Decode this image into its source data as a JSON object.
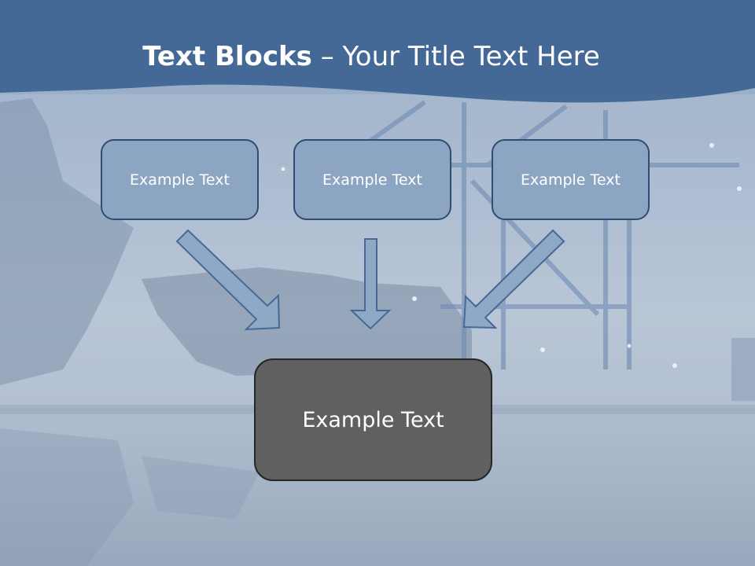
{
  "slide": {
    "title_bold": "Text Blocks",
    "title_dash": " – ",
    "title_rest": "Your Title Text Here"
  },
  "blocks": [
    {
      "label": "Example Text"
    },
    {
      "label": "Example Text"
    },
    {
      "label": "Example Text"
    }
  ],
  "main_block": {
    "label": "Example Text"
  },
  "colors": {
    "header": "#3d6391",
    "block_fill": "#8ca5c3",
    "block_border": "#2e4d70",
    "main_fill": "#606060",
    "arrow_fill": "#8fa8c6"
  }
}
